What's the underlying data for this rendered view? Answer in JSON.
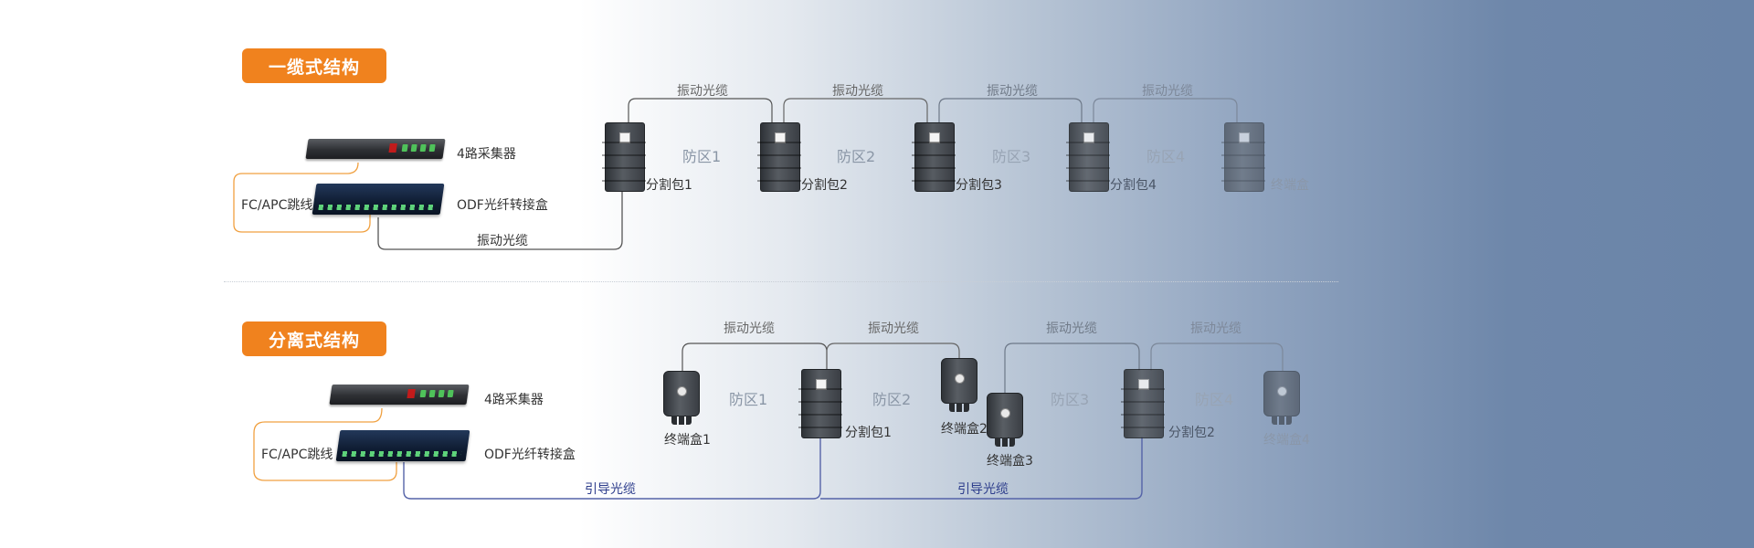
{
  "section1": {
    "title": "一缆式结构",
    "collector_label": "4路采集器",
    "patch_label": "FC/APC跳线",
    "odf_label": "ODF光纤转接盒",
    "feed_cable_label": "振动光缆",
    "cable_labels": [
      "振动光缆",
      "振动光缆",
      "振动光缆",
      "振动光缆"
    ],
    "zones": [
      "防区1",
      "防区2",
      "防区3",
      "防区4"
    ],
    "boxes": [
      "分割包1",
      "分割包2",
      "分割包3",
      "分割包4",
      "终端盒"
    ]
  },
  "section2": {
    "title": "分离式结构",
    "collector_label": "4路采集器",
    "patch_label": "FC/APC跳线",
    "odf_label": "ODF光纤转接盒",
    "lead_cable_labels": [
      "引导光缆",
      "引导光缆"
    ],
    "cable_labels": [
      "振动光缆",
      "振动光缆",
      "振动光缆",
      "振动光缆"
    ],
    "zones": [
      "防区1",
      "防区2",
      "防区3",
      "防区4"
    ],
    "boxes": {
      "term1": "终端盒1",
      "split1": "分割包1",
      "term2": "终端盒2",
      "term3": "终端盒3",
      "split2": "分割包2",
      "term4": "终端盒4"
    }
  },
  "colors": {
    "badge": "#f0821e",
    "patch_cord": "#f0a040",
    "cable": "#444444",
    "lead_cable": "#5563a8"
  }
}
